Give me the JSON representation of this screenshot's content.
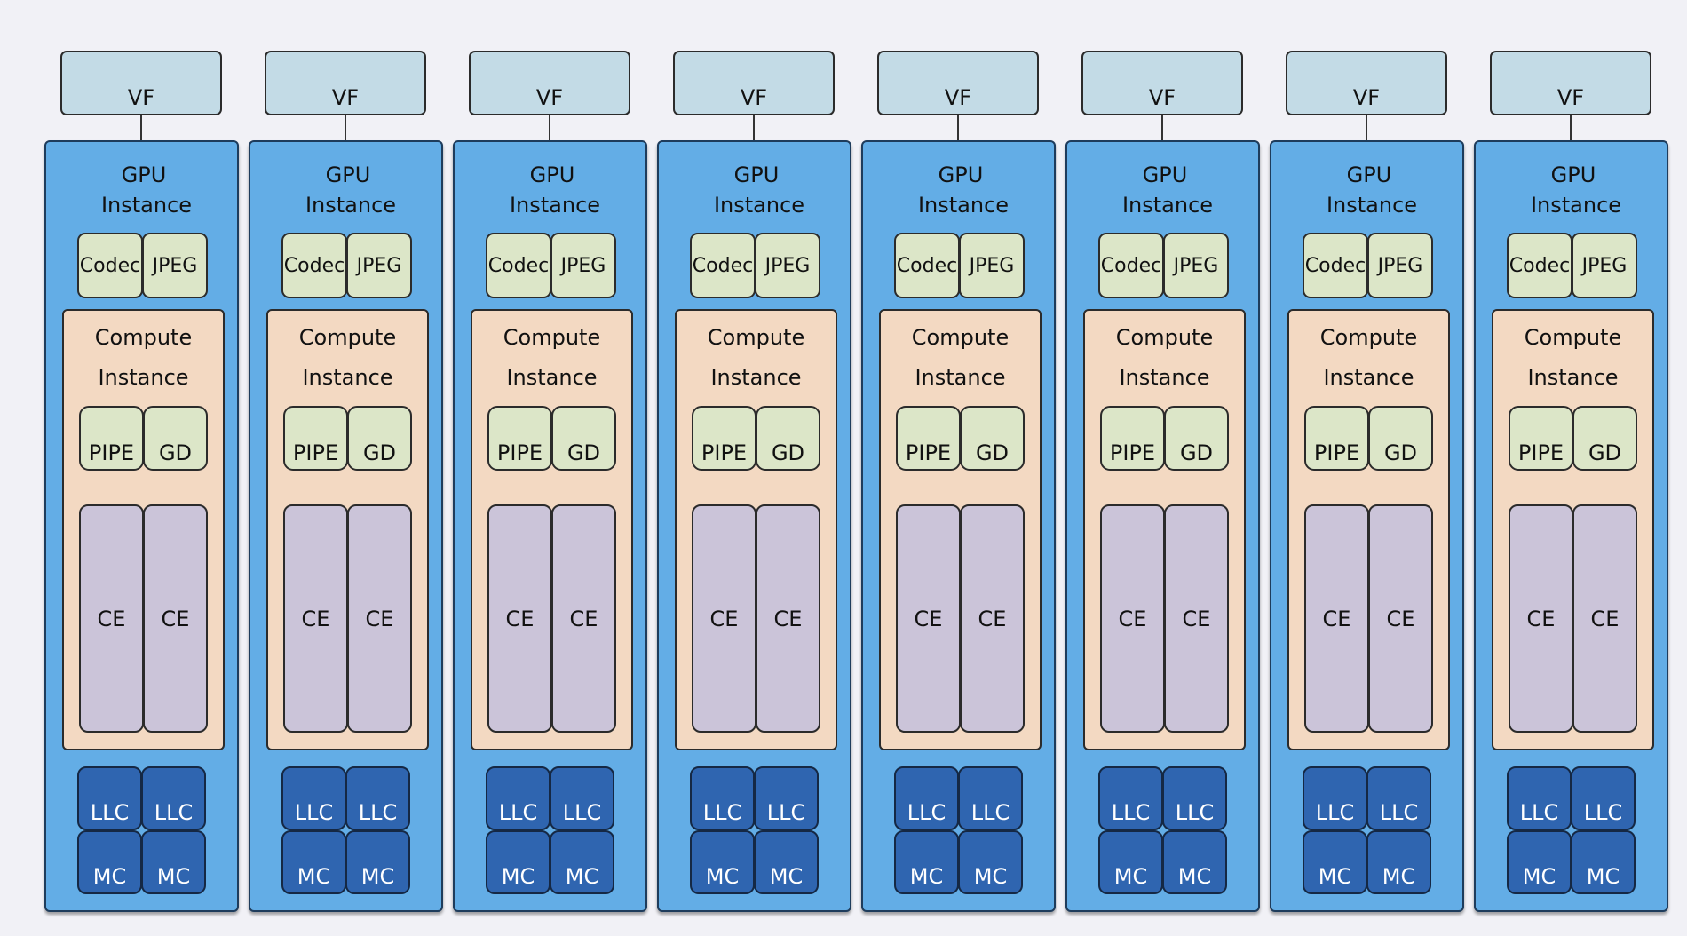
{
  "colors": {
    "background": "#f1f1f6",
    "vf": "#c3dbe6",
    "gpu_instance": "#63ade6",
    "codec_jpeg": "#dce6c8",
    "compute_instance": "#f3d9c2",
    "pipe_gd": "#dce6c8",
    "ce": "#cbc4d9",
    "llc_mc": "#2f65b0"
  },
  "columns": [
    {
      "vf": "VF",
      "gpu_line1": "GPU",
      "gpu_line2": "Instance",
      "codec": "Codec",
      "jpeg": "JPEG",
      "compute_line1": "Compute",
      "compute_line2": "Instance",
      "pipe": "PIPE",
      "gd": "GD",
      "ce": [
        "CE",
        "CE"
      ],
      "llc": [
        "LLC",
        "LLC"
      ],
      "mc": [
        "MC",
        "MC"
      ]
    },
    {
      "vf": "VF",
      "gpu_line1": "GPU",
      "gpu_line2": "Instance",
      "codec": "Codec",
      "jpeg": "JPEG",
      "compute_line1": "Compute",
      "compute_line2": "Instance",
      "pipe": "PIPE",
      "gd": "GD",
      "ce": [
        "CE",
        "CE"
      ],
      "llc": [
        "LLC",
        "LLC"
      ],
      "mc": [
        "MC",
        "MC"
      ]
    },
    {
      "vf": "VF",
      "gpu_line1": "GPU",
      "gpu_line2": "Instance",
      "codec": "Codec",
      "jpeg": "JPEG",
      "compute_line1": "Compute",
      "compute_line2": "Instance",
      "pipe": "PIPE",
      "gd": "GD",
      "ce": [
        "CE",
        "CE"
      ],
      "llc": [
        "LLC",
        "LLC"
      ],
      "mc": [
        "MC",
        "MC"
      ]
    },
    {
      "vf": "VF",
      "gpu_line1": "GPU",
      "gpu_line2": "Instance",
      "codec": "Codec",
      "jpeg": "JPEG",
      "compute_line1": "Compute",
      "compute_line2": "Instance",
      "pipe": "PIPE",
      "gd": "GD",
      "ce": [
        "CE",
        "CE"
      ],
      "llc": [
        "LLC",
        "LLC"
      ],
      "mc": [
        "MC",
        "MC"
      ]
    },
    {
      "vf": "VF",
      "gpu_line1": "GPU",
      "gpu_line2": "Instance",
      "codec": "Codec",
      "jpeg": "JPEG",
      "compute_line1": "Compute",
      "compute_line2": "Instance",
      "pipe": "PIPE",
      "gd": "GD",
      "ce": [
        "CE",
        "CE"
      ],
      "llc": [
        "LLC",
        "LLC"
      ],
      "mc": [
        "MC",
        "MC"
      ]
    },
    {
      "vf": "VF",
      "gpu_line1": "GPU",
      "gpu_line2": "Instance",
      "codec": "Codec",
      "jpeg": "JPEG",
      "compute_line1": "Compute",
      "compute_line2": "Instance",
      "pipe": "PIPE",
      "gd": "GD",
      "ce": [
        "CE",
        "CE"
      ],
      "llc": [
        "LLC",
        "LLC"
      ],
      "mc": [
        "MC",
        "MC"
      ]
    },
    {
      "vf": "VF",
      "gpu_line1": "GPU",
      "gpu_line2": "Instance",
      "codec": "Codec",
      "jpeg": "JPEG",
      "compute_line1": "Compute",
      "compute_line2": "Instance",
      "pipe": "PIPE",
      "gd": "GD",
      "ce": [
        "CE",
        "CE"
      ],
      "llc": [
        "LLC",
        "LLC"
      ],
      "mc": [
        "MC",
        "MC"
      ]
    },
    {
      "vf": "VF",
      "gpu_line1": "GPU",
      "gpu_line2": "Instance",
      "codec": "Codec",
      "jpeg": "JPEG",
      "compute_line1": "Compute",
      "compute_line2": "Instance",
      "pipe": "PIPE",
      "gd": "GD",
      "ce": [
        "CE",
        "CE"
      ],
      "llc": [
        "LLC",
        "LLC"
      ],
      "mc": [
        "MC",
        "MC"
      ]
    }
  ]
}
